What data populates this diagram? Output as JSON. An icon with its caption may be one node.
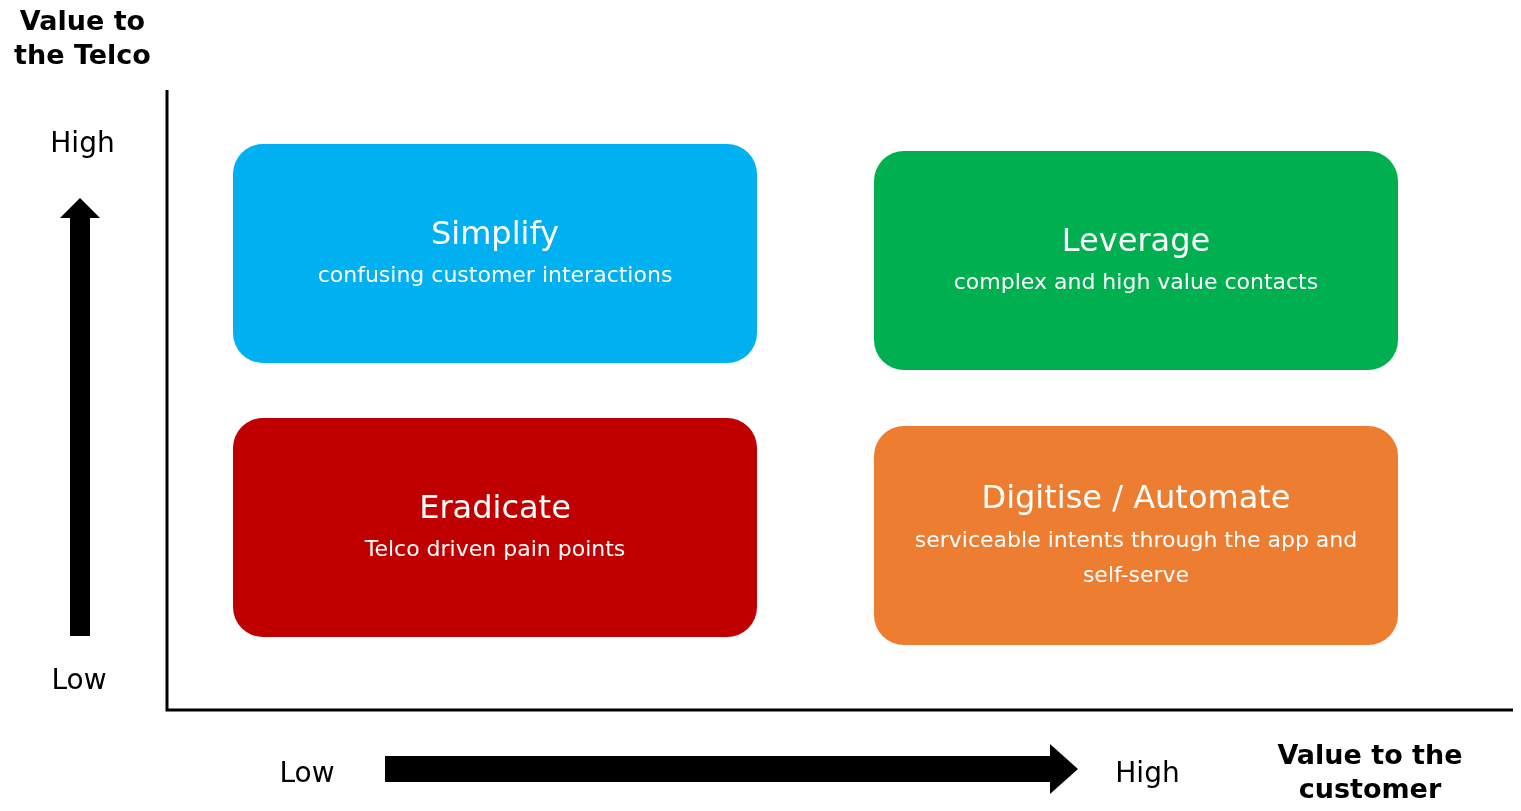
{
  "diagram": {
    "nodes": [
      {
        "text": [
          "Simplify",
          "confusing customer interactions"
        ]
      },
      {
        "text": [
          "Leverage",
          "complex and high value contacts"
        ]
      },
      {
        "text": [
          "Eradicate",
          "Telco driven pain points"
        ]
      },
      {
        "text": [
          "Digitise / Automate",
          "serviceable intents through the app and self-serve"
        ]
      }
    ],
    "labels": [
      "Value to the Telco",
      "High",
      "Low",
      "Low",
      "High",
      "Value to the customer"
    ]
  }
}
